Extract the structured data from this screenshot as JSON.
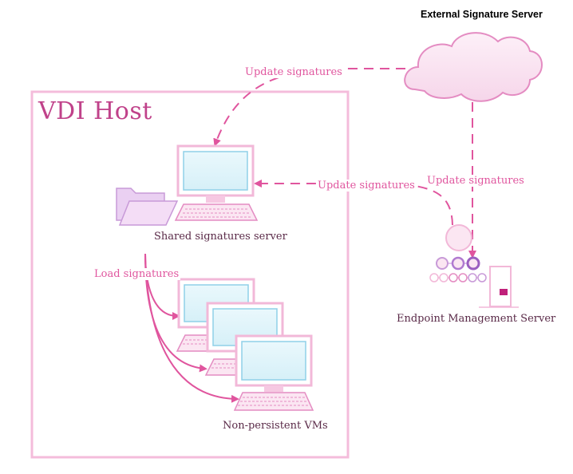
{
  "external_server": {
    "title": "External Signature Server"
  },
  "vdi_host": {
    "title": "VDI Host"
  },
  "shared_server": {
    "label": "Shared signatures server"
  },
  "vms": {
    "label": "Non-persistent VMs"
  },
  "endpoint_server": {
    "label": "Endpoint Management Server"
  },
  "edges": {
    "cloud_to_shared": "Update signatures",
    "endpoint_to_shared": "Update signatures",
    "cloud_to_endpoint": "Update signatures",
    "load": "Load signatures"
  },
  "colors": {
    "accent": "#e0559e",
    "frame": "#f2b8d8",
    "screen": "#8fd0e8",
    "dark_text": "#5a2a48",
    "purple": "#9b5fc0"
  },
  "icons": [
    "cloud-icon",
    "monitor-icon",
    "folder-icon",
    "network-nodes-icon",
    "server-tower-icon"
  ]
}
